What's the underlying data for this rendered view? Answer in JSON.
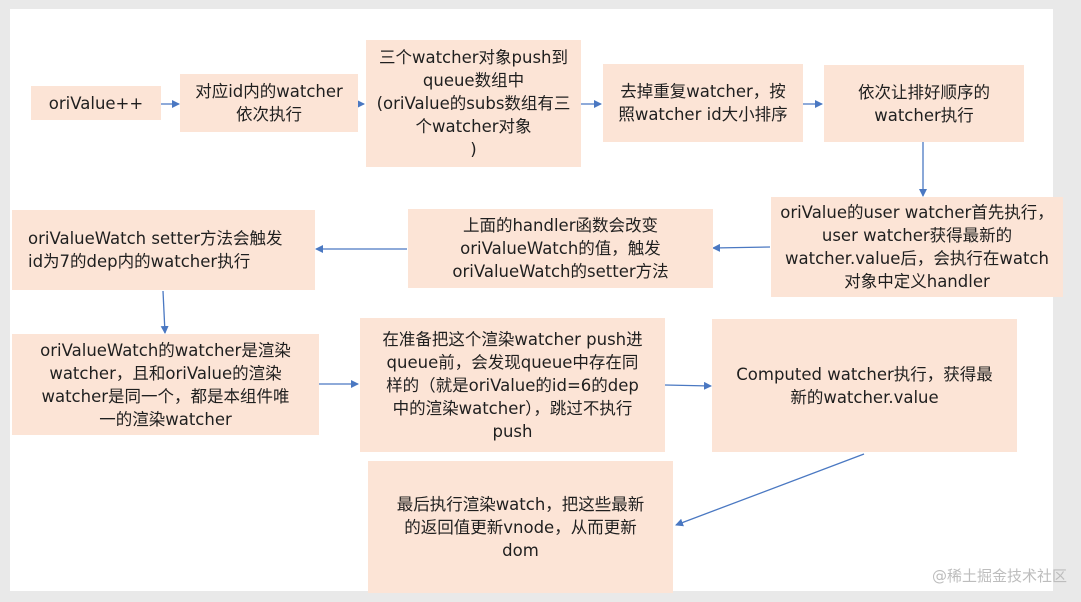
{
  "boxes": {
    "b1": "oriValue++",
    "b2": "对应id内的watcher\n依次执行",
    "b3": "三个watcher对象push到\nqueue数组中\n(oriValue的subs数组有三\n个watcher对象\n)",
    "b4": "去掉重复watcher，按\n照watcher id大小排序",
    "b5": "依次让排好顺序的\nwatcher执行",
    "b6": "oriValue的user watcher首先执行，\nuser watcher获得最新的\nwatcher.value后，会执行在watch\n对象中定义handler",
    "b7": "上面的handler函数会改变\noriValueWatch的值，触发\noriValueWatch的setter方法",
    "b8": "oriValueWatch  setter方法会触发\nid为7的dep内的watcher执行",
    "b9": "oriValueWatch的watcher是渲染\nwatcher，且和oriValue的渲染\nwatcher是同一个，都是本组件唯\n一的渲染watcher",
    "b10": "在准备把这个渲染watcher push进\nqueue前，会发现queue中存在同\n样的（就是oriValue的id=6的dep\n中的渲染watcher），跳过不执行\npush",
    "b11": "Computed watcher执行，获得最\n新的watcher.value",
    "b12": "最后执行渲染watch，把这些最新\n的返回值更新vnode，从而更新\ndom"
  },
  "watermark": "@稀土掘金技术社区",
  "colors": {
    "box_fill": "#fce4d6",
    "arrow": "#4a78c2",
    "slide": "#ffffff",
    "backdrop": "#e9e9e9"
  }
}
